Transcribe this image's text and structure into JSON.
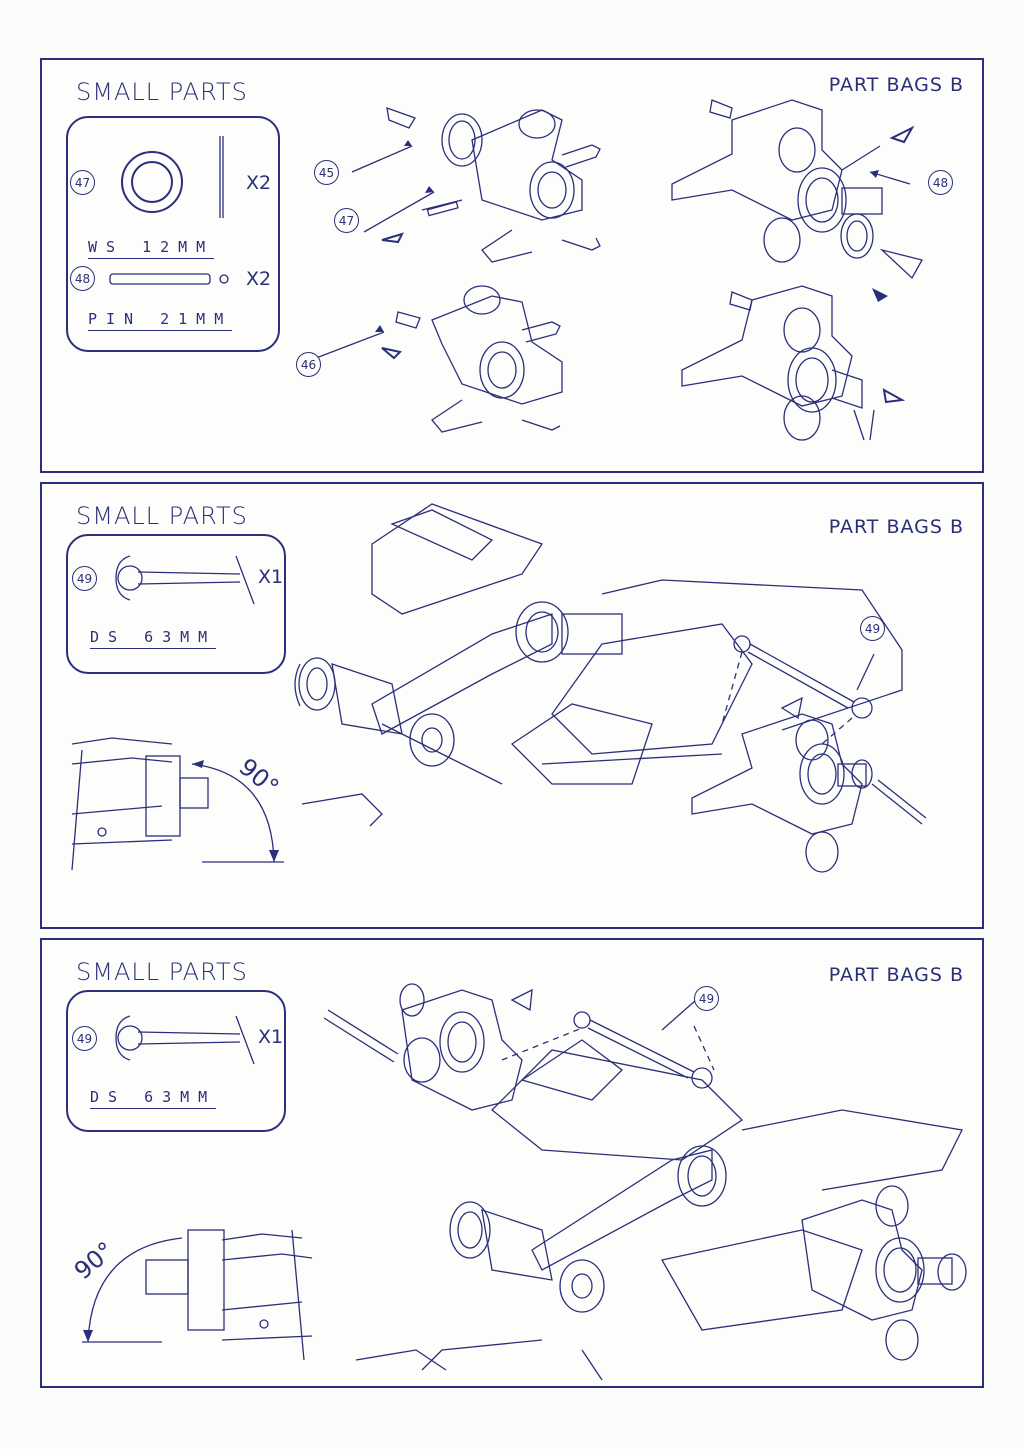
{
  "panels": [
    {
      "title": "SMALL PARTS",
      "part_bags": "PART BAGS B",
      "items": [
        {
          "number": "47",
          "spec": "WS 12MM",
          "qty": "X2"
        },
        {
          "number": "48",
          "spec": "PIN 21MM",
          "qty": "X2"
        }
      ],
      "callouts": [
        "45",
        "47",
        "46",
        "48"
      ]
    },
    {
      "title": "SMALL PARTS",
      "part_bags": "PART BAGS B",
      "items": [
        {
          "number": "49",
          "spec": "DS 63MM",
          "qty": "X1"
        }
      ],
      "callouts": [
        "49"
      ],
      "angle_label": "90°"
    },
    {
      "title": "SMALL PARTS",
      "part_bags": "PART BAGS B",
      "items": [
        {
          "number": "49",
          "spec": "DS 63MM",
          "qty": "X1"
        }
      ],
      "callouts": [
        "49"
      ],
      "angle_label": "90°"
    }
  ],
  "colors": {
    "ink": "#2b2f7a",
    "paper": "#fdfdfb"
  }
}
